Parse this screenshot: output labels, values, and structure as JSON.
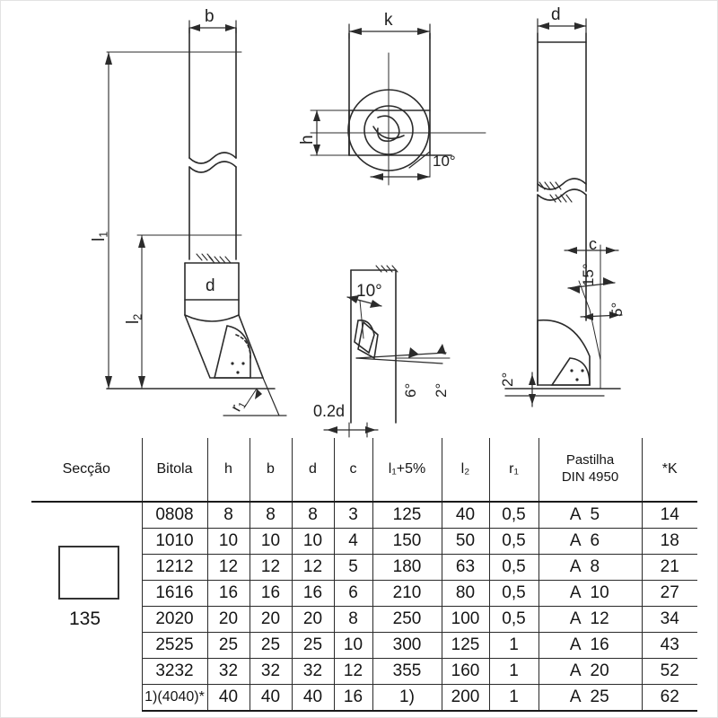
{
  "drawing": {
    "title": "Tool holder technical drawing",
    "views": [
      {
        "name": "front-view",
        "labels": [
          {
            "id": "b",
            "text": "b"
          },
          {
            "id": "l1",
            "text": "l",
            "sub": "1"
          },
          {
            "id": "l2",
            "text": "l",
            "sub": "2"
          },
          {
            "id": "d_front",
            "text": "d"
          },
          {
            "id": "r1",
            "text": "r",
            "sub": "1"
          }
        ]
      },
      {
        "name": "top-view",
        "labels": [
          {
            "id": "k",
            "text": "k"
          },
          {
            "id": "h",
            "text": "h"
          },
          {
            "id": "angle10_top",
            "text": "10°"
          }
        ]
      },
      {
        "name": "side-detail-view",
        "labels": [
          {
            "id": "angle10_mid",
            "text": "10°"
          },
          {
            "id": "angle6_mid",
            "text": "6°"
          },
          {
            "id": "angle2_mid",
            "text": "2°"
          },
          {
            "id": "dim02d",
            "text": "0.2d"
          }
        ]
      },
      {
        "name": "right-view",
        "labels": [
          {
            "id": "d_right",
            "text": "d"
          },
          {
            "id": "c",
            "text": "c"
          },
          {
            "id": "angle15",
            "text": "15°"
          },
          {
            "id": "angle5",
            "text": "5°"
          },
          {
            "id": "angle2_right",
            "text": "2°"
          }
        ]
      }
    ],
    "colors": {
      "line": "#2b2b2b",
      "background": "#ffffff"
    }
  },
  "table": {
    "headers": [
      {
        "label": "Secção",
        "sub": ""
      },
      {
        "label": "Bitola",
        "sub": ""
      },
      {
        "label": "h",
        "sub": ""
      },
      {
        "label": "b",
        "sub": ""
      },
      {
        "label": "d",
        "sub": ""
      },
      {
        "label": "c",
        "sub": ""
      },
      {
        "label": "l₁+5%",
        "sub": ""
      },
      {
        "label": "l₂",
        "sub": ""
      },
      {
        "label": "r₁",
        "sub": ""
      },
      {
        "label": "Pastilha",
        "sub": "DIN 4950"
      },
      {
        "label": "*K",
        "sub": ""
      }
    ],
    "section": {
      "symbol": "square",
      "number": "135"
    },
    "rows": [
      {
        "bitola": "0808",
        "h": "8",
        "b": "8",
        "d": "8",
        "c": "3",
        "l1": "125",
        "l2": "40",
        "r1": "0,5",
        "pastilha_a": "A",
        "pastilha_n": "5",
        "k": "14"
      },
      {
        "bitola": "1010",
        "h": "10",
        "b": "10",
        "d": "10",
        "c": "4",
        "l1": "150",
        "l2": "50",
        "r1": "0,5",
        "pastilha_a": "A",
        "pastilha_n": "6",
        "k": "18"
      },
      {
        "bitola": "1212",
        "h": "12",
        "b": "12",
        "d": "12",
        "c": "5",
        "l1": "180",
        "l2": "63",
        "r1": "0,5",
        "pastilha_a": "A",
        "pastilha_n": "8",
        "k": "21"
      },
      {
        "bitola": "1616",
        "h": "16",
        "b": "16",
        "d": "16",
        "c": "6",
        "l1": "210",
        "l2": "80",
        "r1": "0,5",
        "pastilha_a": "A",
        "pastilha_n": "10",
        "k": "27"
      },
      {
        "bitola": "2020",
        "h": "20",
        "b": "20",
        "d": "20",
        "c": "8",
        "l1": "250",
        "l2": "100",
        "r1": "0,5",
        "pastilha_a": "A",
        "pastilha_n": "12",
        "k": "34"
      },
      {
        "bitola": "2525",
        "h": "25",
        "b": "25",
        "d": "25",
        "c": "10",
        "l1": "300",
        "l2": "125",
        "r1": "1",
        "pastilha_a": "A",
        "pastilha_n": "16",
        "k": "43"
      },
      {
        "bitola": "3232",
        "h": "32",
        "b": "32",
        "d": "32",
        "c": "12",
        "l1": "355",
        "l2": "160",
        "r1": "1",
        "pastilha_a": "A",
        "pastilha_n": "20",
        "k": "52"
      },
      {
        "bitola": "1)(4040)*",
        "h": "40",
        "b": "40",
        "d": "40",
        "c": "16",
        "l1": "1)",
        "l2": "200",
        "r1": "1",
        "pastilha_a": "A",
        "pastilha_n": "25",
        "k": "62"
      }
    ]
  }
}
